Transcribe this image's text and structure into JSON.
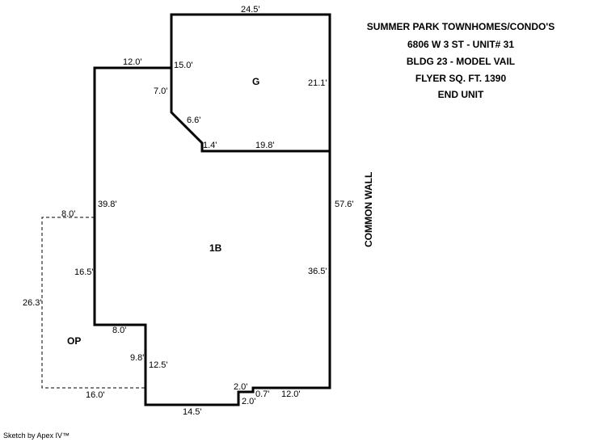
{
  "header": {
    "lines": [
      "SUMMER PARK TOWNHOMES/CONDO'S",
      "6806 W 3 ST - UNIT# 31",
      "BLDG 23 - MODEL VAIL",
      "FLYER SQ. FT. 1390",
      "END UNIT"
    ]
  },
  "rooms": {
    "garage": "G",
    "living": "1B",
    "patio": "OP"
  },
  "side_label": "COMMON WALL",
  "dimensions": {
    "g_top": "24.5'",
    "g_left_top": "15.0'",
    "g_left": "7.0'",
    "g_diag": "6.6'",
    "g_step": "1.4'",
    "g_bottom": "19.8'",
    "g_right": "21.1'",
    "top_left": "12.0'",
    "left_upper": "39.8'",
    "right": "57.6'",
    "left_lower": "16.5'",
    "right_lower": "36.5'",
    "notch_top": "8.0'",
    "notch_left": "9.8'",
    "notch_right": "12.5'",
    "bottom": "14.5'",
    "step_a": "2.0'",
    "step_b": "2.0'",
    "step_c": "0.7'",
    "bottom_right": "12.0'",
    "op_top": "8.0'",
    "op_left": "26.3'",
    "op_bottom": "16.0'"
  },
  "credit": "Sketch by Apex IV™"
}
